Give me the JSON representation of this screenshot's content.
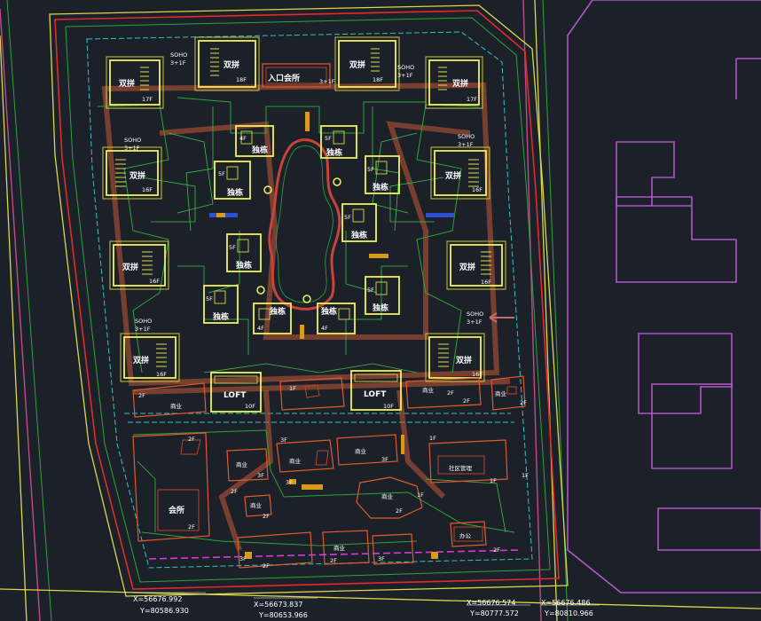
{
  "labels": {
    "entrance": "入口会所",
    "fl_3_1": "3+1F",
    "fl_17": "17F",
    "fl_16": "16F",
    "fl_10": "10F",
    "fl_18": "18F",
    "fl_4": "4F",
    "fl_5": "5F",
    "fl_3": "3F",
    "fl_2": "2F",
    "fl_1": "1F",
    "soho": "SOHO",
    "shuangpin": "双拼",
    "dupin": "独栋",
    "loft": "LOFT",
    "shangye": "商业",
    "huisuo": "会所",
    "bangong": "办公",
    "shequ": "社区管理"
  },
  "coords": {
    "c1x": "X=56676.992",
    "c1y": "Y=80586.930",
    "c2x": "X=56673.837",
    "c2y": "Y=80653.966",
    "c3x": "X=56676.574",
    "c3y": "Y=80777.572",
    "c4x": "X=56676.486",
    "c4y": "Y=80810.966"
  },
  "colors": {
    "background": "#1c2028",
    "building": "#f2f25a",
    "commercial": "#e2592f",
    "landscape": "#2da33a",
    "boundary_red": "#e12b2b",
    "boundary_yellow": "#d8d84a",
    "boundary_cyan": "#35c2c4",
    "boundary_magenta": "#d63ad6",
    "neighbor": "#b058c8"
  }
}
